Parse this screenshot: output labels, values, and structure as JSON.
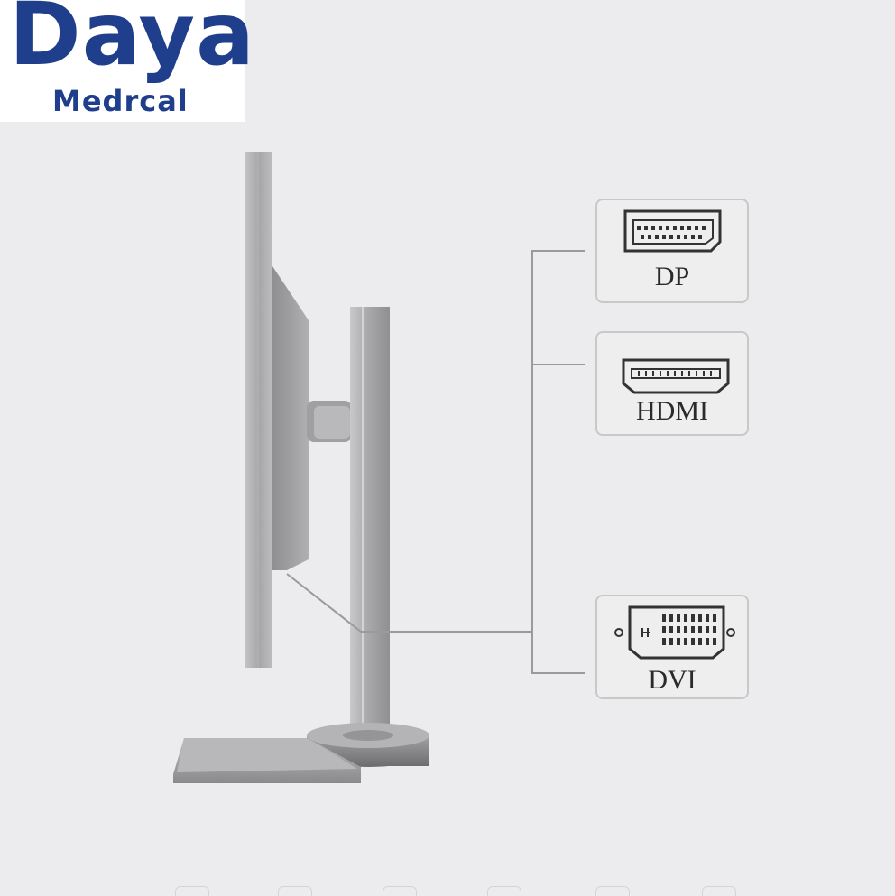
{
  "logo": {
    "brand": "Daya",
    "subtitle": "Medrcal",
    "color": "#1f3e8c"
  },
  "ports": [
    {
      "label": "DP",
      "icon": "displayport-connector-icon"
    },
    {
      "label": "HDMI",
      "icon": "hdmi-connector-icon"
    },
    {
      "label": "DVI",
      "icon": "dvi-connector-icon"
    }
  ],
  "colors": {
    "background": "#ececee",
    "metal": "#a9a9ab",
    "line": "#9a9a9a"
  }
}
